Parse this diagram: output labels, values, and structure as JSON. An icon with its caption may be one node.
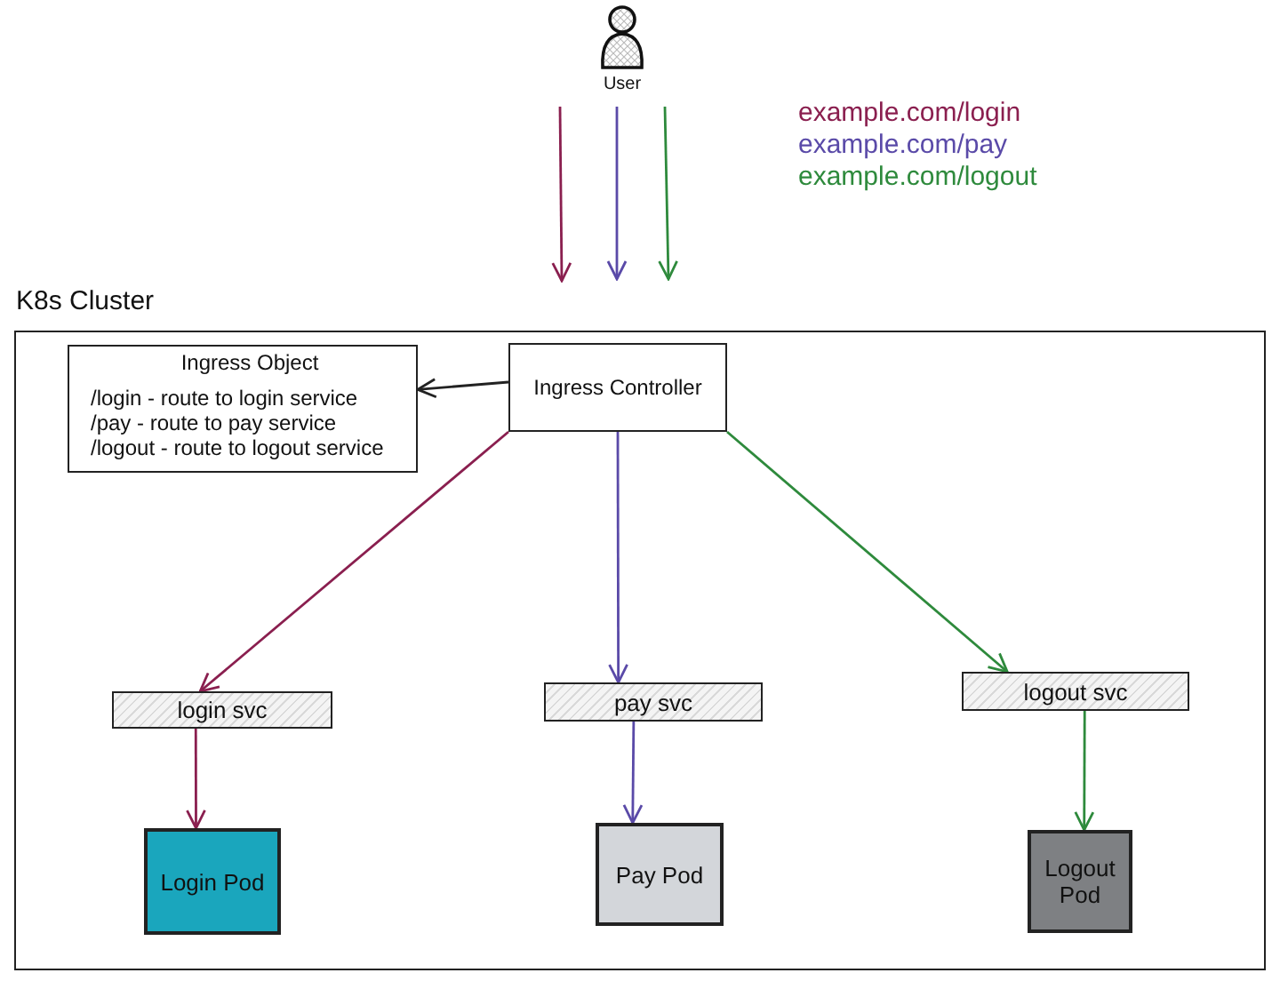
{
  "diagram": {
    "nodes": [
      {
        "text": [
          "User"
        ]
      },
      {
        "text": [
          "K8s Cluster"
        ]
      },
      {
        "text": [
          "Ingress Object",
          "/login - route to login service",
          "/pay - route to pay service",
          "/logout - route to logout service"
        ],
        "in": 1
      },
      {
        "text": [
          "Ingress Controller"
        ],
        "in": 1
      },
      {
        "text": [
          "login svc"
        ],
        "in": 1
      },
      {
        "text": [
          "pay svc"
        ],
        "in": 1
      },
      {
        "text": [
          "logout svc"
        ],
        "in": 1
      },
      {
        "text": [
          "Login Pod"
        ],
        "in": 1
      },
      {
        "text": [
          "Pay Pod"
        ],
        "in": 1
      },
      {
        "text": [
          "Logout Pod"
        ],
        "in": 1
      }
    ],
    "edges": [
      {
        "from": 0,
        "to": null,
        "arrow": "to",
        "color": "#8a1f4f"
      },
      {
        "from": 0,
        "to": null,
        "arrow": "to",
        "color": "#5a4aa8"
      },
      {
        "from": 0,
        "to": null,
        "arrow": "to",
        "color": "#2e8a3c"
      },
      {
        "from": 3,
        "to": 2,
        "arrow": "to",
        "color": "#222222"
      },
      {
        "from": 3,
        "to": 4,
        "arrow": "to",
        "color": "#8a1f4f"
      },
      {
        "from": 3,
        "to": 5,
        "arrow": "to",
        "color": "#5a4aa8"
      },
      {
        "from": 3,
        "to": 6,
        "arrow": "to",
        "color": "#2e8a3c"
      },
      {
        "from": 4,
        "to": 7,
        "arrow": "to",
        "color": "#8a1f4f"
      },
      {
        "from": 5,
        "to": 8,
        "arrow": "to",
        "color": "#5a4aa8"
      },
      {
        "from": 6,
        "to": 9,
        "arrow": "to",
        "color": "#2e8a3c"
      }
    ],
    "labels": [
      "example.com/login",
      "example.com/pay",
      "example.com/logout"
    ]
  }
}
